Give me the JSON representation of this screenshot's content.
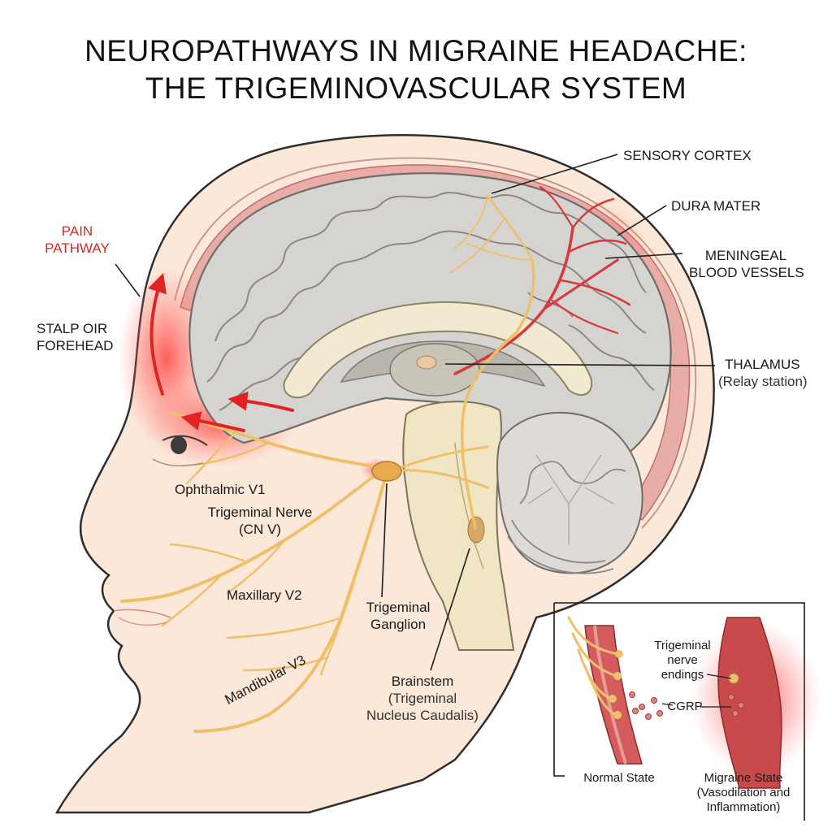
{
  "title": {
    "line1": "NEUROPATHWAYS IN MIGRAINE HEADACHE:",
    "line2": "THE TRIGEMINOVASCULAR SYSTEM"
  },
  "labels": {
    "sensory_cortex": "SENSORY CORTEX",
    "dura_mater": "DURA MATER",
    "meningeal_line1": "MENINGEAL",
    "meningeal_line2": "BLOOD VESSELS",
    "thalamus": "THALAMUS",
    "thalamus_sub": "(Relay station)",
    "pain_line1": "PAIN",
    "pain_line2": "PATHWAY",
    "scalp_line1": "STALP OIR",
    "scalp_line2": "FOREHEAD",
    "ophthalmic": "Ophthalmic V1",
    "trigeminal_nerve_line1": "Trigeminal Nerve",
    "trigeminal_nerve_line2": "(CN V)",
    "maxillary": "Maxillary V2",
    "ganglion_line1": "Trigeminal",
    "ganglion_line2": "Ganglion",
    "mandibular": "Mandibular V3",
    "brainstem_line1": "Brainstem",
    "brainstem_line2": "(Trigeminal",
    "brainstem_line3": "Nucleus Caudalis)"
  },
  "inset": {
    "nerve_line1": "Trigeminal",
    "nerve_line2": "nerve",
    "nerve_line3": "endings",
    "cgrp": "CGRP",
    "normal": "Normal State",
    "migraine_line1": "Migraine State",
    "migraine_line2": "(Vasodilation and",
    "migraine_line3": "Inflammation)"
  },
  "colors": {
    "pain_red": "#d62828",
    "nerve_yellow": "#f1bf5e",
    "vessel_red": "#c94a4a",
    "brain_gray": "#d3d1ce",
    "skin": "#fbe6d6"
  }
}
